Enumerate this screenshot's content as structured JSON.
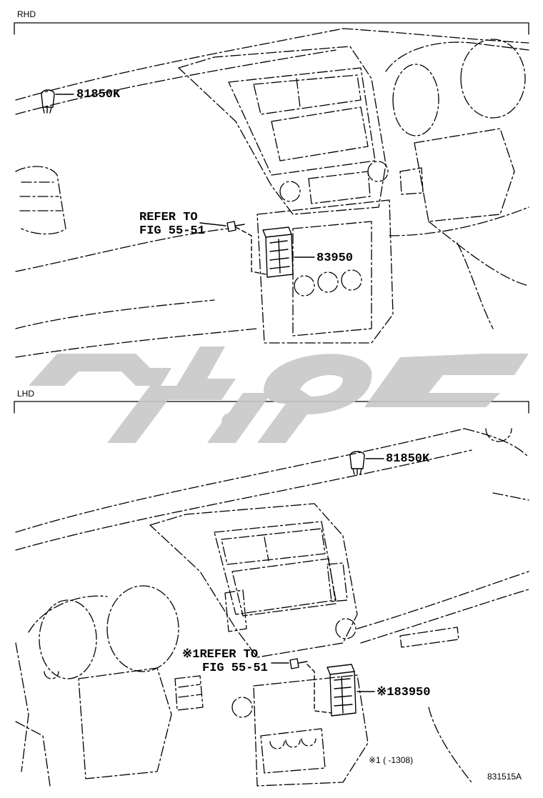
{
  "sections": {
    "rhd": "RHD",
    "lhd": "LHD"
  },
  "rhd_labels": {
    "clip_part": "81850K",
    "refer_line1": "REFER TO",
    "refer_line2": "FIG 55-51",
    "module_part": "83950"
  },
  "lhd_labels": {
    "clip_part": "81850K",
    "refer_line1": "※1REFER TO",
    "refer_line2": "FIG 55-51",
    "module_part": "※183950"
  },
  "footnote": "※1 (      -1308)",
  "figure_code": "831515A",
  "colors": {
    "line": "#000000",
    "watermark": "#c8c8c8",
    "background": "#ffffff"
  }
}
